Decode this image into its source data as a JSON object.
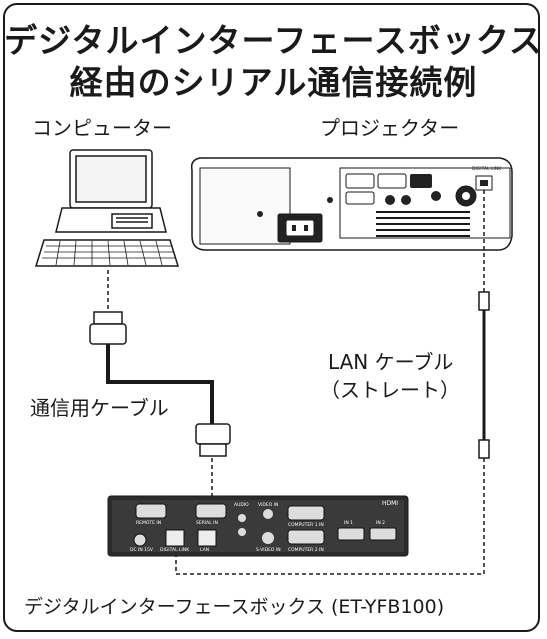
{
  "title": {
    "line1": "デジタルインターフェースボックス",
    "line2": "経由のシリアル通信接続例"
  },
  "labels": {
    "computer": "コンピューター",
    "projector": "プロジェクター",
    "serial_cable": "通信用ケーブル",
    "lan_cable_line1": "LAN ケーブル",
    "lan_cable_line2": "（ストレート）",
    "interface_box": "デジタルインターフェースボックス (ET-YFB100)"
  },
  "projector_ports": {
    "lan_port": "DIGITAL LINK"
  },
  "box_ports": {
    "remote_in": "REMOTE IN",
    "serial_in": "SERIAL IN",
    "audio": "AUDIO",
    "video_in": "VIDEO IN",
    "computer1_in": "COMPUTER 1 IN",
    "dc_in": "DC IN 15V",
    "digital_link": "DIGITAL LINK",
    "lan": "LAN",
    "svideo_in": "S-VIDEO IN",
    "computer2_in": "COMPUTER 2 IN",
    "hdmi": "HDMI",
    "hdmi_in1": "IN 1",
    "hdmi_in2": "IN 2"
  },
  "colors": {
    "line": "#1a1a1a",
    "device_body": "#ffffff",
    "box_body": "#2b2b2b"
  }
}
